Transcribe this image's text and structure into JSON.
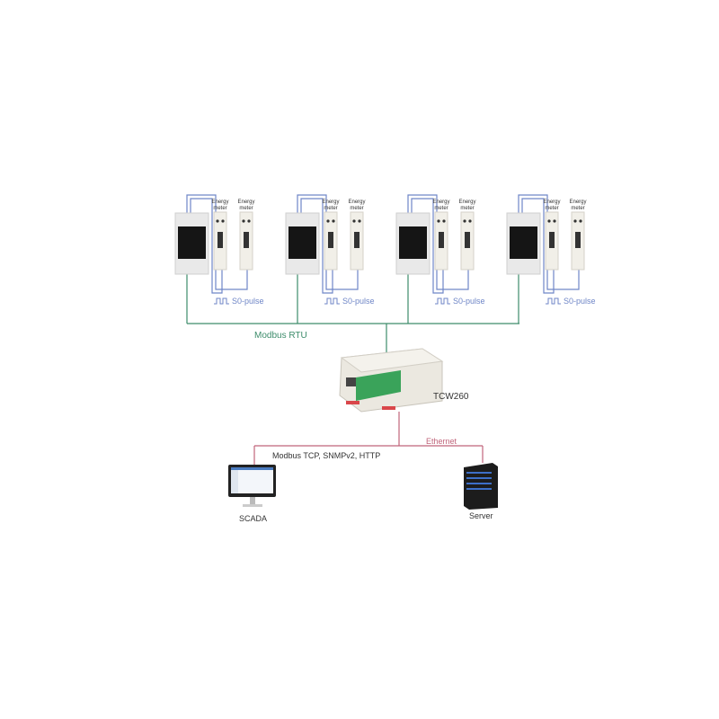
{
  "groups": [
    {
      "meter_labels": [
        "Energy meter",
        "Energy meter"
      ],
      "pulse_label": "S0-pulse"
    },
    {
      "meter_labels": [
        "Energy meter",
        "Energy meter"
      ],
      "pulse_label": "S0-pulse"
    },
    {
      "meter_labels": [
        "Energy meter",
        "Energy meter"
      ],
      "pulse_label": "S0-pulse"
    },
    {
      "meter_labels": [
        "Energy meter",
        "Energy meter"
      ],
      "pulse_label": "S0-pulse"
    }
  ],
  "bus_label": "Modbus RTU",
  "controller_label": "TCW260",
  "ethernet_label": "Ethernet",
  "protocols_label": "Modbus TCP, SNMPv2, HTTP",
  "scada_label": "SCADA",
  "server_label": "Server",
  "colors": {
    "pulse": "#6f86c7",
    "modbus": "#3d8c6b",
    "ethernet": "#c0647a"
  }
}
